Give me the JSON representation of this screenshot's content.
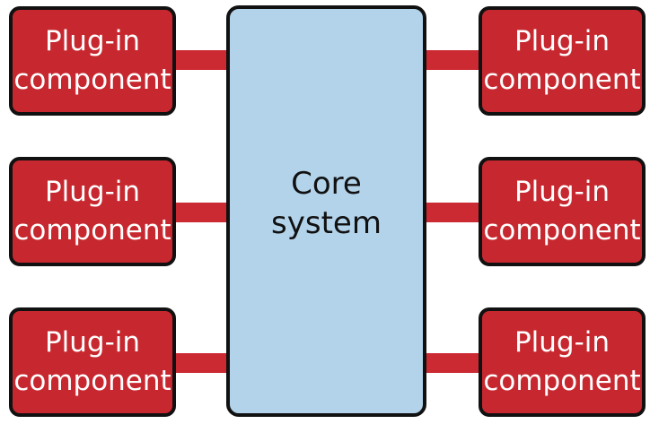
{
  "core": {
    "label": "Core\nsystem"
  },
  "plugins": [
    {
      "label": "Plug-in\ncomponent"
    },
    {
      "label": "Plug-in\ncomponent"
    },
    {
      "label": "Plug-in\ncomponent"
    },
    {
      "label": "Plug-in\ncomponent"
    },
    {
      "label": "Plug-in\ncomponent"
    },
    {
      "label": "Plug-in\ncomponent"
    }
  ],
  "colors": {
    "plugin_fill": "#c7282f",
    "connector": "#cc2a33",
    "core_fill": "#b3d3eb",
    "outline": "#111111",
    "plugin_text": "#ffffff"
  }
}
